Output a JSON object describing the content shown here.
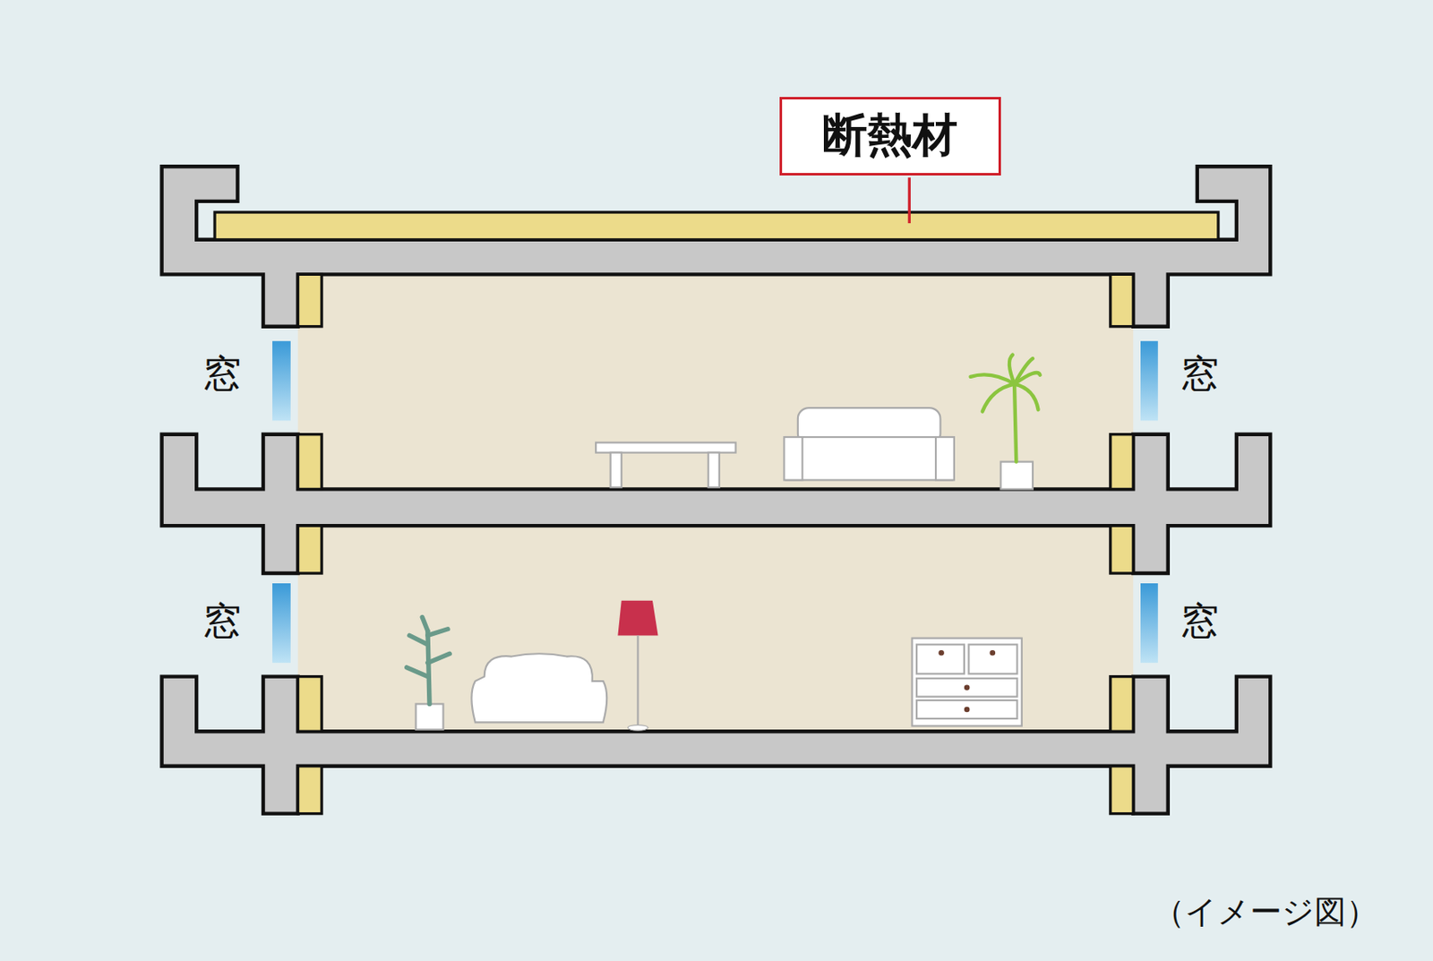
{
  "diagram": {
    "nodes": [
      {
        "text": [
          "断熱材"
        ]
      }
    ],
    "labels": [
      "窓",
      "窓",
      "窓",
      "窓",
      "（イメージ図）"
    ]
  }
}
